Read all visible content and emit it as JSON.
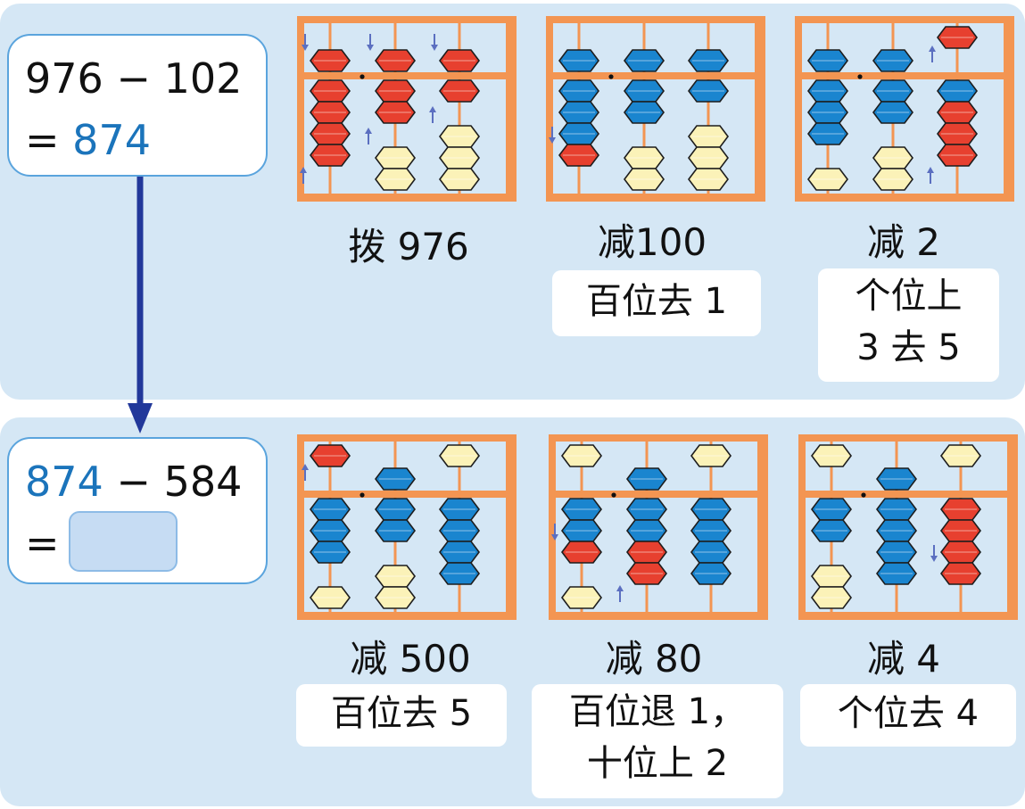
{
  "colors": {
    "panel": "#d5e7f5",
    "frame": "#f39552",
    "bead_red": "#e7402f",
    "bead_blue": "#1a85cf",
    "bead_white": "#fbf2b8",
    "arrow": "#5b6fc0",
    "connector": "#22389a",
    "result_blue": "#1b74bb"
  },
  "top": {
    "equation": {
      "line1": "976 − 102",
      "line2_prefix": "=",
      "result": "874"
    },
    "steps": [
      {
        "caption": "拨 976",
        "note": [],
        "rods": [
          {
            "upper": "red",
            "lower": [
              "red",
              "red",
              "red",
              "red"
            ],
            "arrows": [
              "upper-down",
              "lower-up"
            ]
          },
          {
            "upper": "red",
            "lower": [
              "red",
              "red",
              "white",
              "white"
            ],
            "arrows": [
              "upper-down",
              "lower-up"
            ]
          },
          {
            "upper": "red",
            "lower": [
              "red",
              "white",
              "white",
              "white"
            ],
            "arrows": [
              "upper-down",
              "lower-up"
            ]
          }
        ]
      },
      {
        "caption": "减100",
        "note": [
          "百位去 1"
        ],
        "rods": [
          {
            "upper": "blue",
            "lower": [
              "blue",
              "blue",
              "blue",
              "red"
            ],
            "arrows": [
              "lower-down"
            ]
          },
          {
            "upper": "blue",
            "lower": [
              "blue",
              "blue",
              "white",
              "white"
            ],
            "arrows": []
          },
          {
            "upper": "blue",
            "lower": [
              "blue",
              "white",
              "white",
              "white"
            ],
            "arrows": []
          }
        ]
      },
      {
        "caption": "减 2",
        "note": [
          "个位上",
          "3 去 5"
        ],
        "rods": [
          {
            "upper": "blue",
            "lower": [
              "blue",
              "blue",
              "blue",
              "white"
            ],
            "arrows": []
          },
          {
            "upper": "blue",
            "lower": [
              "blue",
              "blue",
              "white",
              "white"
            ],
            "arrows": []
          },
          {
            "upper": "red-up",
            "lower": [
              "blue",
              "red",
              "red",
              "red"
            ],
            "arrows": [
              "upper-up",
              "lower-up"
            ]
          }
        ]
      }
    ]
  },
  "bottom": {
    "equation": {
      "line1_num": "874",
      "line1_rest": " − 584",
      "line2_prefix": "="
    },
    "steps": [
      {
        "caption": "减 500",
        "note": [
          "百位去 5"
        ],
        "rods": [
          {
            "upper": "red-up",
            "lower": [
              "blue",
              "blue",
              "blue",
              "white"
            ],
            "arrows": [
              "upper-up"
            ]
          },
          {
            "upper": "blue",
            "lower": [
              "blue",
              "blue",
              "white",
              "white"
            ],
            "arrows": []
          },
          {
            "upper": "white-up",
            "lower": [
              "blue",
              "blue",
              "blue",
              "blue"
            ],
            "arrows": []
          }
        ]
      },
      {
        "caption": "减 80",
        "note": [
          "百位退 1，",
          "十位上 2"
        ],
        "rods": [
          {
            "upper": "white-up",
            "lower": [
              "blue",
              "blue",
              "red",
              "white"
            ],
            "arrows": [
              "lower-down"
            ]
          },
          {
            "upper": "blue",
            "lower": [
              "blue",
              "blue",
              "red",
              "red"
            ],
            "arrows": [
              "lower-up"
            ]
          },
          {
            "upper": "white-up",
            "lower": [
              "blue",
              "blue",
              "blue",
              "blue"
            ],
            "arrows": []
          }
        ]
      },
      {
        "caption": "减 4",
        "note": [
          "个位去 4"
        ],
        "rods": [
          {
            "upper": "white-up",
            "lower": [
              "blue",
              "blue",
              "white",
              "white"
            ],
            "arrows": []
          },
          {
            "upper": "blue",
            "lower": [
              "blue",
              "blue",
              "blue",
              "blue"
            ],
            "arrows": []
          },
          {
            "upper": "white-up",
            "lower": [
              "red",
              "red",
              "red",
              "red"
            ],
            "arrows": [
              "lower-down"
            ]
          }
        ]
      }
    ]
  }
}
